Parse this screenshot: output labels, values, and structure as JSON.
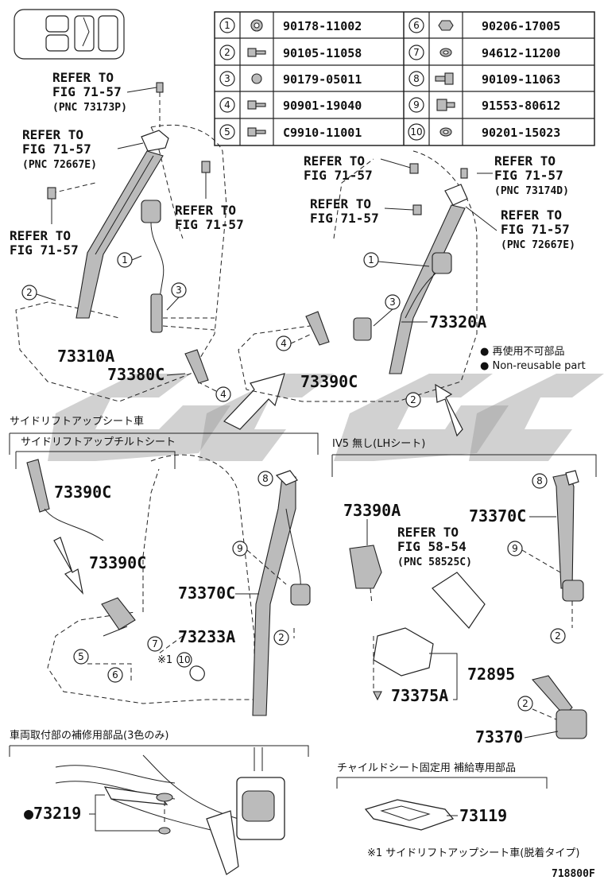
{
  "parts_table": [
    {
      "idx": "1",
      "part": "90178-11002"
    },
    {
      "idx": "2",
      "part": "90105-11058"
    },
    {
      "idx": "3",
      "part": "90179-05011"
    },
    {
      "idx": "4",
      "part": "90901-19040"
    },
    {
      "idx": "5",
      "part": "C9910-11001"
    },
    {
      "idx": "6",
      "part": "90206-17005"
    },
    {
      "idx": "7",
      "part": "94612-11200"
    },
    {
      "idx": "8",
      "part": "90109-11063"
    },
    {
      "idx": "9",
      "part": "91553-80612"
    },
    {
      "idx": "10",
      "part": "90201-15023"
    }
  ],
  "refs": {
    "refer_to": "REFER TO",
    "fig_71_57": "FIG 71-57",
    "fig_58_54": "FIG 58-54",
    "pnc_73173p": "(PNC 73173P)",
    "pnc_72667e": "(PNC 72667E)",
    "pnc_73174d": "(PNC 73174D)",
    "pnc_58525c": "(PNC 58525C)"
  },
  "part_labels": {
    "p73310a": "73310A",
    "p73380c": "73380C",
    "p73390c": "73390C",
    "p73320a": "73320A",
    "p73370c": "73370C",
    "p73233a": "73233A",
    "p73390a": "73390A",
    "p72895": "72895",
    "p73375a": "73375A",
    "p73370": "73370",
    "p73219": "●73219",
    "p73119": "73119"
  },
  "legend": {
    "jp": "● 再使用不可部品",
    "en": "● Non-reusable part"
  },
  "sections": {
    "side_lift_seat_car": "サイドリフトアップシート車",
    "side_lift_tilt_seat": "サイドリフトアップチルトシート",
    "iv5_none_lh": "IV5 無し(LHシート)",
    "repair_parts": "車両取付部の補修用部品(3色のみ)",
    "child_seat": "チャイルドシート固定用 補給専用部品",
    "footnote": "※1 サイドリフトアップシート車(脱着タイプ)",
    "mark_10": "※1",
    "mark_10_num": "10"
  },
  "figure_id": "718800F"
}
